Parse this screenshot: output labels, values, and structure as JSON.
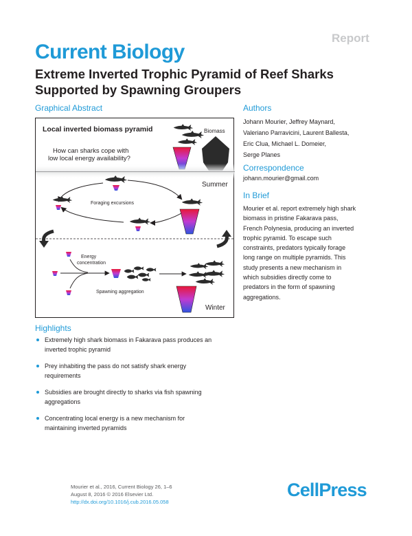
{
  "header": {
    "report_label": "Report",
    "journal": "Current Biology",
    "title": "Extreme Inverted Trophic Pyramid of Reef Sharks Supported by Spawning Groupers"
  },
  "graphical_abstract": {
    "heading": "Graphical Abstract",
    "panel_title": "Local inverted biomass pyramid",
    "biomass_label": "Biomass",
    "question_line1": "How can sharks cope with",
    "question_line2": "low local energy availability?",
    "summer_label": "Summer",
    "foraging_label": "Foraging excursions",
    "energy_label_line1": "Energy",
    "energy_label_line2": "concentration",
    "spawning_label": "Spawning aggregation",
    "winter_label": "Winter"
  },
  "authors": {
    "heading": "Authors",
    "lines": [
      "Johann Mourier, Jeffrey Maynard,",
      "Valeriano Parravicini, Laurent Ballesta,",
      "Eric Clua, Michael L. Domeier,",
      "Serge Planes"
    ]
  },
  "correspondence": {
    "heading": "Correspondence",
    "email": "johann.mourier@gmail.com"
  },
  "in_brief": {
    "heading": "In Brief",
    "lines": [
      "Mourier et al. report extremely high shark",
      "biomass in pristine Fakarava pass,",
      "French Polynesia, producing an inverted",
      "trophic pyramid. To escape such",
      "constraints, predators typically forage",
      "long range on multiple pyramids. This",
      "study presents a new mechanism in",
      "which subsidies directly come to",
      "predators in the form of spawning",
      "aggregations."
    ]
  },
  "highlights": {
    "heading": "Highlights",
    "items": [
      {
        "line1": "Extremely high shark biomass in Fakarava pass produces an",
        "line2": "inverted trophic pyramid"
      },
      {
        "line1": "Prey inhabiting the pass do not satisfy shark energy",
        "line2": "requirements"
      },
      {
        "line1": "Subsidies are brought directly to sharks via fish spawning",
        "line2": "aggregations"
      },
      {
        "line1": "Concentrating local energy is a new mechanism for",
        "line2": "maintaining inverted pyramids"
      }
    ]
  },
  "footer": {
    "citation": "Mourier et al., 2016, Current Biology 26, 1–6",
    "date": "August 8, 2016 © 2016 Elsevier Ltd.",
    "doi": "http://dx.doi.org/10.1016/j.cub.2016.05.058"
  },
  "publisher_logo": "CellPress",
  "colors": {
    "brand_blue": "#1f9ad7",
    "pyramid_top": "#e8183a",
    "pyramid_mid": "#c13ad0",
    "pyramid_bottom": "#2f55e0",
    "shark": "#2b2b2b"
  }
}
